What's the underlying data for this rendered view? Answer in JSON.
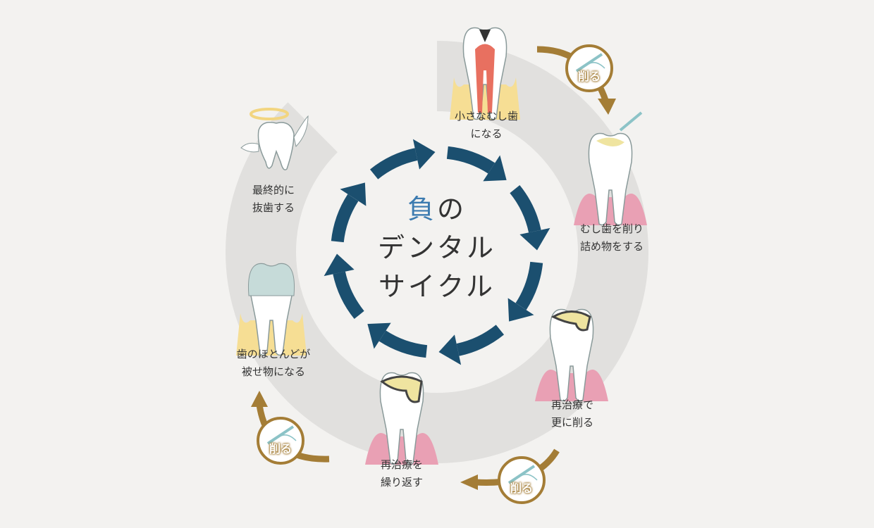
{
  "title": {
    "accent": "負",
    "line1_rest": "の",
    "line2": "デンタル",
    "line3": "サイクル"
  },
  "steps": [
    {
      "line1": "小さなむし歯",
      "line2": "になる"
    },
    {
      "line1": "むし歯を削り",
      "line2": "詰め物をする"
    },
    {
      "line1": "再治療で",
      "line2": "更に削る"
    },
    {
      "line1": "再治療を",
      "line2": "繰り返す"
    },
    {
      "line1": "歯のほとんどが",
      "line2": "被せ物になる"
    },
    {
      "line1": "最終的に",
      "line2": "抜歯する"
    }
  ],
  "badges": [
    {
      "label": "削る"
    },
    {
      "label": "削る"
    },
    {
      "label": "削る"
    }
  ],
  "colors": {
    "ring": "#e1e0de",
    "cycle_arrow": "#1b4f6f",
    "gold": "#a47d36",
    "gum": "#e9a0b4",
    "filling": "#efe4a0",
    "bone": "#f6de94"
  }
}
